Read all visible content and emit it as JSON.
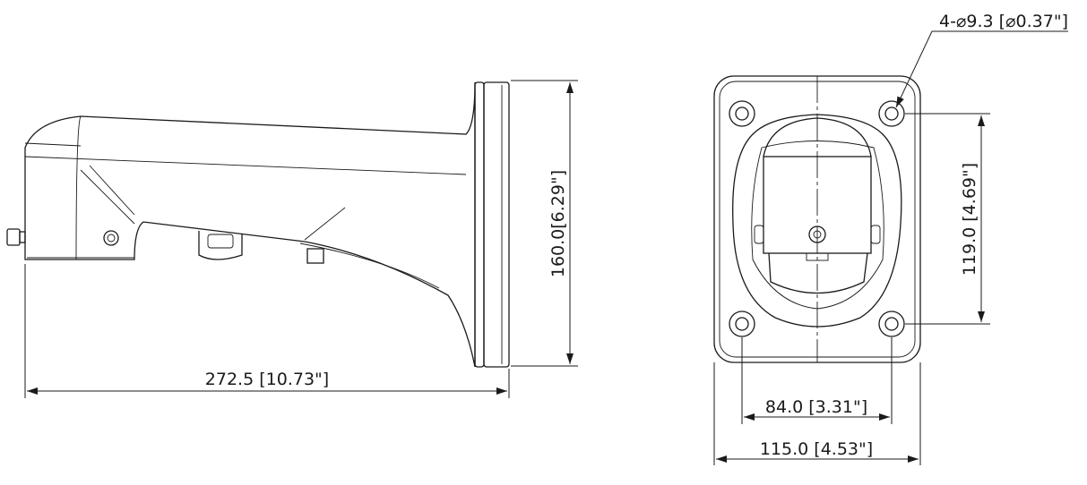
{
  "dimensions": {
    "overall_length": "272.5 [10.73\"]",
    "plate_height": "160.0[6.29\"]",
    "hole_vertical_spacing": "119.0 [4.69\"]",
    "hole_horizontal_spacing": "84.0 [3.31\"]",
    "plate_width": "115.0 [4.53\"]",
    "hole_spec": "4-⌀9.3 [⌀0.37\"]"
  },
  "colors": {
    "line": "#1a1a1a",
    "background": "#ffffff"
  }
}
